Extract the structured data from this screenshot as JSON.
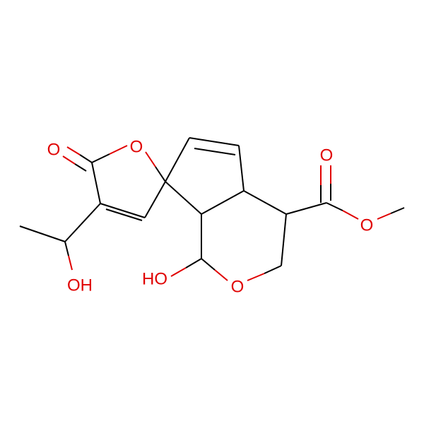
{
  "molecule": {
    "atom_labels": {
      "lactone_carbonyl_o": "O",
      "lactone_ring_o": "O",
      "ester_carbonyl_o": "O",
      "ester_ether_o": "O",
      "pyran_ring_o": "O",
      "side_chain_hydroxyl": "OH",
      "hemiacetal_hydroxyl": "HO"
    },
    "colors": {
      "bond": "#000000",
      "oxygen": "#e00000",
      "background": "#ffffff"
    }
  }
}
